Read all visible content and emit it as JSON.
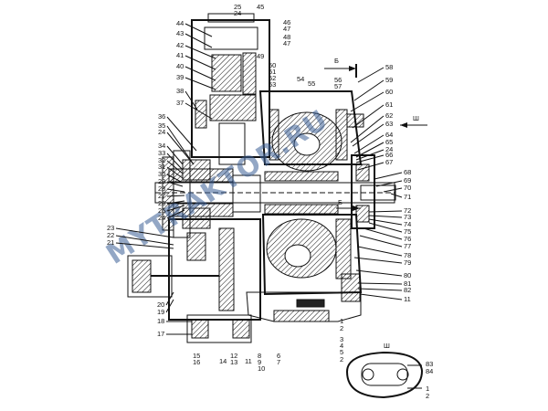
{
  "watermark": "MYTRAKTOR.RU",
  "section_marks": {
    "b_top": "Б",
    "b_mid": "Б",
    "sh_top": "Ш",
    "sh_detail": "Ш"
  },
  "callouts": {
    "left": [
      "44",
      "43",
      "42",
      "41",
      "40",
      "39",
      "38",
      "37",
      "36",
      "35",
      "24",
      "34",
      "33",
      "32",
      "31",
      "30",
      "29",
      "28",
      "27",
      "26",
      "25",
      "24",
      "23",
      "22",
      "21",
      "20",
      "19",
      "18",
      "17"
    ],
    "top": [
      "25",
      "24",
      "45",
      "46",
      "47",
      "48",
      "47",
      "49",
      "50",
      "51",
      "52",
      "53",
      "54",
      "55",
      "56",
      "57"
    ],
    "right": [
      "58",
      "59",
      "60",
      "61",
      "62",
      "63",
      "64",
      "65",
      "24",
      "66",
      "67",
      "68",
      "69",
      "70",
      "71",
      "72",
      "73",
      "74",
      "75",
      "76",
      "77",
      "78",
      "79",
      "80",
      "81",
      "82",
      "11"
    ],
    "bottom": [
      "15",
      "16",
      "14",
      "12",
      "13",
      "11",
      "8",
      "9",
      "10",
      "6",
      "7",
      "1",
      "2",
      "3",
      "4",
      "5",
      "2"
    ],
    "detail": [
      "83",
      "84",
      "1",
      "2"
    ]
  }
}
